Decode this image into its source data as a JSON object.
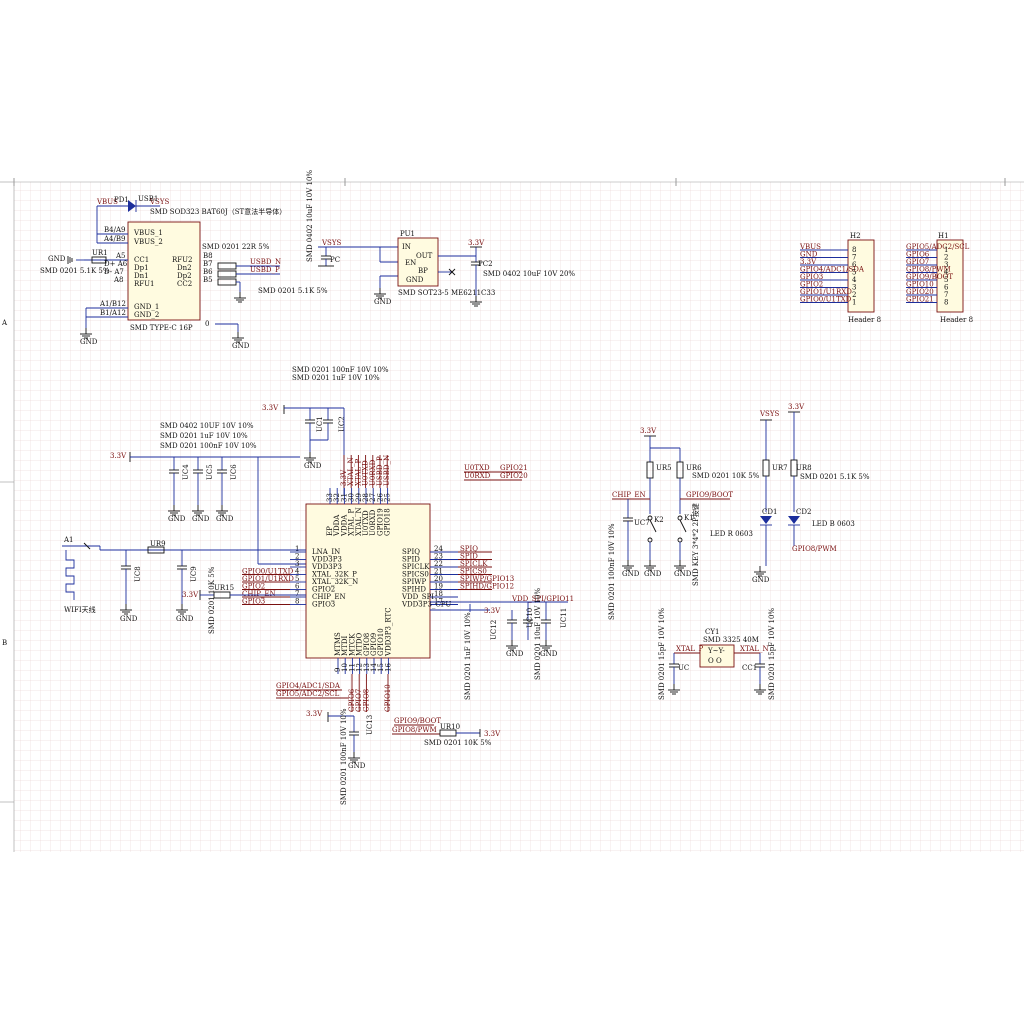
{
  "zones": {
    "A": "A",
    "B": "B"
  },
  "usb": {
    "vbus_net": "VBUS",
    "diode_ref": "PD1",
    "diode_out": "VSYS",
    "diode_desc": "SMD SOD323 BAT60J（ST意法半导体）",
    "conn_ref": "USB1",
    "conn_desc": "SMD TYPE-C 16P",
    "p_b4a9": "B4/A9",
    "p_a4b9": "A4/B9",
    "p_a5": "A5",
    "p_dp": "D+ A6",
    "p_dm": "D- A7",
    "p_a8": "A8",
    "p_a1b12": "A1/B12",
    "p_b1a12": "B1/A12",
    "p_b8": "B8",
    "p_b7": "B7",
    "p_b6": "B6",
    "p_b5": "B5",
    "pin_vbus1": "VBUS_1",
    "pin_vbus2": "VBUS_2",
    "pin_cc1": "CC1",
    "pin_dp1": "Dp1",
    "pin_dn1": "Dn1",
    "pin_rfu1": "RFU1",
    "pin_rfu2": "RFU2",
    "pin_dn2": "Dn2",
    "pin_dp2": "Dp2",
    "pin_cc2": "CC2",
    "pin_gnd1": "GND_1",
    "pin_gnd2": "GND_2",
    "r1_ref": "UR1",
    "r1_desc": "SMD 0201 5.1K 5%",
    "gnd_label": "GND",
    "r22_desc": "SMD 0201 22R 5%",
    "r51_desc": "SMD 0201 5.1K 5%",
    "usbd_n": "USBD_N",
    "usbd_p": "USBD_P",
    "zero": "0"
  },
  "ldo": {
    "ref": "PU1",
    "in": "IN",
    "out": "OUT",
    "en": "EN",
    "bp": "BP",
    "gnd": "GND",
    "desc": "SMD SOT23-5 ME6211C33",
    "vsys": "VSYS",
    "v33": "3.3V",
    "cin_desc": "SMD 0402 10uF 10V 10%",
    "cin_ref": "PC",
    "cout_ref": "PC2",
    "cout_desc": "SMD 0402 10uF 10V 20%"
  },
  "headers": {
    "h2_ref": "H2",
    "h2_name": "Header 8",
    "h2_nets": [
      "VBUS",
      "GND",
      "3.3V",
      "GPIO4/ADC1/SDA",
      "GPIO3",
      "GPIO2",
      "GPIO1/U1RXD",
      "GPIO0/U1TXD"
    ],
    "h2_pins": [
      "8",
      "7",
      "6",
      "5",
      "4",
      "3",
      "2",
      "1"
    ],
    "h1_ref": "H1",
    "h1_name": "Header 8",
    "h1_nets": [
      "GPIO5/ADC2/SCL",
      "GPIO6",
      "GPIO7",
      "GPIO8/PWM",
      "GPIO9/BOOT",
      "GPIO10",
      "GPIO20",
      "GPIO21"
    ],
    "h1_pins": [
      "1",
      "2",
      "3",
      "4",
      "5",
      "6",
      "7",
      "8"
    ]
  },
  "mcu": {
    "cap_desc1": "SMD 0201 100nF 10V 10%",
    "cap_desc2": "SMD 0201 1uF 10V 10%",
    "v33": "3.3V",
    "uc1": "UC1",
    "uc2": "UC2",
    "left_caps": [
      "SMD 0402 10UF 10V 10%",
      "SMD 0201 1uF 10V 10%",
      "SMD 0201 100nF 10V 10%"
    ],
    "uc4": "UC4",
    "uc5": "UC5",
    "uc6": "UC6",
    "top_pins": [
      "EP",
      "VDDA",
      "VDDA",
      "XTAL_P",
      "XTAL_N",
      "U0TXD",
      "U0RXD",
      "GPIO19",
      "GPIO18"
    ],
    "top_nums": [
      "33",
      "32",
      "31",
      "30",
      "29",
      "28",
      "27",
      "26",
      "25"
    ],
    "top_nets": [
      "3.3V",
      "XTAL_N",
      "XTAL_P",
      "U0TXD",
      "U0RXD",
      "USBD_P",
      "USBD_N"
    ],
    "left_pins": [
      "LNA_IN",
      "VDD3P3",
      "VDD3P3",
      "XTAL_32K_P",
      "XTAL_32K_N",
      "GPIO2",
      "CHIP_EN",
      "GPIO3"
    ],
    "left_nums": [
      "1",
      "2",
      "3",
      "4",
      "5",
      "6",
      "7",
      "8"
    ],
    "left_nets": [
      "GPIO0/U1TXD",
      "GPIO1/U1RXD",
      "GPIO2",
      "CHIP_EN",
      "GPIO3"
    ],
    "right_pins": [
      "SPIQ",
      "SPID",
      "SPICLK",
      "SPICS0",
      "SPIWP",
      "SPIHD",
      "VDD_SPI",
      "VDD3P3_CPU"
    ],
    "right_nums": [
      "24",
      "23",
      "22",
      "21",
      "20",
      "19",
      "18",
      "17"
    ],
    "right_nets": [
      "SPIQ",
      "SPID",
      "SPICLK",
      "SPICS0",
      "SPIWP/GPIO13",
      "SPIHD/GPIO12"
    ],
    "vdd_spi_net": "VDD_SPI/GPIO11",
    "bot_pins": [
      "MTMS",
      "MTDI",
      "MTCK",
      "MTDO",
      "GPIO8",
      "GPIO9",
      "GPIO10",
      "VDD3P3_RTC"
    ],
    "bot_nums": [
      "9",
      "10",
      "11",
      "12",
      "13",
      "14",
      "15",
      "16"
    ],
    "bot_nets": [
      "GPIO4/ADC1/SDA",
      "GPIO5/ADC2/SCL",
      "GPIO6",
      "GPIO7",
      "GPIO8",
      "GPIO10"
    ],
    "u0txd_net": "U0TXD",
    "gpio21": "GPIO21",
    "u0rxd_net": "U0RXD",
    "gpio20": "GPIO20",
    "uc12": "UC12",
    "uc10": "UC10",
    "uc11": "UC11",
    "uc12_desc": "SMD 0201 1uF 10V 10%",
    "uc11_desc": "SMD 0201 10uF 10V 10%",
    "uc13": "UC13",
    "uc13_desc": "SMD 0201 100nF 10V 10%",
    "boot_net": "GPIO9/BOOT",
    "pwm_net": "GPIO8/PWM",
    "ur10": "UR10",
    "ur10_desc": "SMD 0201 10K 5%"
  },
  "rf": {
    "ant_ref": "A1",
    "ant_name": "WIFI天线",
    "ur9": "UR9",
    "uc8": "UC8",
    "uc9": "UC9",
    "ur15": "UR15",
    "ur15_desc": "SMD 0201 10K 5%",
    "v33": "3.3V"
  },
  "buttons": {
    "v33": "3.3V",
    "ur5": "UR5",
    "ur6": "UR6",
    "r_desc": "SMD 0201 10K 5%",
    "boot_net": "GPIO9/BOOT",
    "chip_en": "CHIP_EN",
    "uc7": "UC7",
    "uc7_desc": "SMD 0201 100nF 10V 10%",
    "k2": "K2",
    "k1": "K1",
    "key_desc": "SMD KEY 3*4*2 2P按键"
  },
  "leds": {
    "vsys": "VSYS",
    "v33": "3.3V",
    "ur7": "UR7",
    "ur8": "UR8",
    "ur8_desc": "SMD 0201 5.1K 5%",
    "cd1": "CD1",
    "cd1_desc": "LED R 0603",
    "cd2": "CD2",
    "cd2_desc": "LED B 0603",
    "pwm_net": "GPIO8/PWM"
  },
  "crystal": {
    "ref": "CY1",
    "desc": "SMD 3325 40M",
    "xp": "XTAL_P",
    "xn": "XTAL_N",
    "uc_left": "UC",
    "uc_right": "CC1",
    "cap_desc": "SMD 0201 15pF 10V 10%"
  }
}
